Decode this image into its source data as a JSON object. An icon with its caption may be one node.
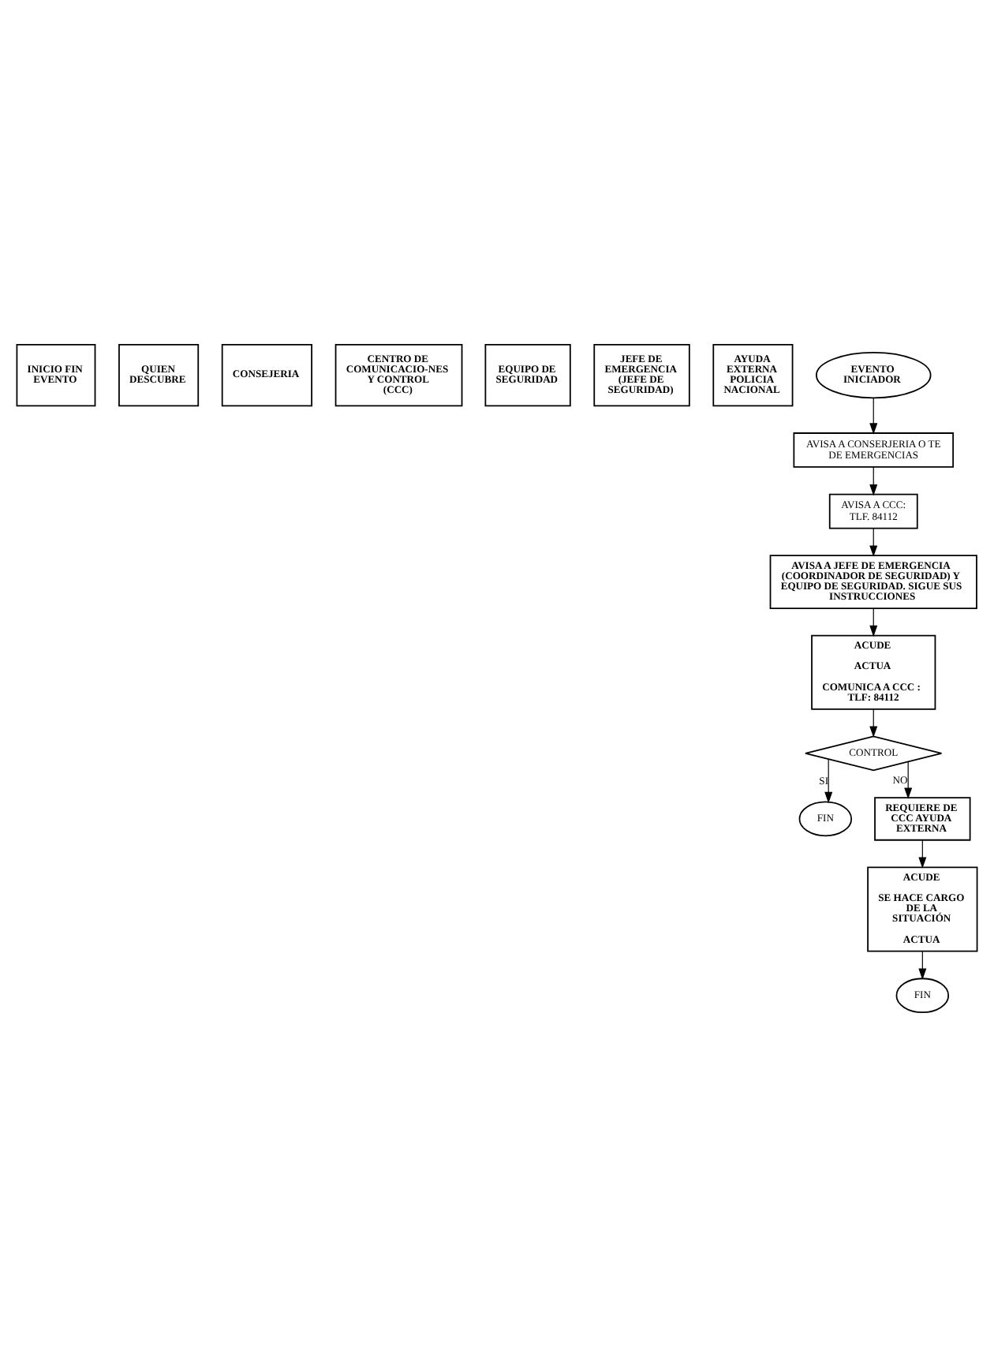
{
  "diagram": {
    "nodes": [
      {
        "text": [
          "INICIO FIN EVENTO"
        ]
      },
      {
        "text": [
          "QUIEN DESCUBRE"
        ]
      },
      {
        "text": [
          "CONSEJERIA"
        ]
      },
      {
        "text": [
          "CENTRO DE COMUNICACIO-NES Y CONTROL (CCC)"
        ]
      },
      {
        "text": [
          "EQUIPO DE SEGURIDAD"
        ]
      },
      {
        "text": [
          "JEFE DE EMERGENCIA (JEFE DE SEGURIDAD)"
        ]
      },
      {
        "text": [
          "AYUDA EXTERNA POLICIA NACIONAL"
        ]
      },
      {
        "text": [
          "EVENTO INICIADOR"
        ]
      },
      {
        "text": [
          "AVISA A CONSERJERIA O TE DE EMERGENCIAS"
        ]
      },
      {
        "text": [
          "AVISA A CCC: TLF. 84112"
        ]
      },
      {
        "text": [
          "AVISA A JEFE DE EMERGENCIA (COORDINADOR DE SEGURIDAD) Y EQUIPO DE SEGURIDAD. SIGUE SUS INSTRUCCIONES"
        ]
      },
      {
        "text": [
          "ACUDE",
          "ACTUA",
          "COMUNICA A CCC : TLF: 84112"
        ]
      },
      {
        "text": [
          "CONTROL"
        ]
      },
      {
        "text": [
          "FIN"
        ]
      },
      {
        "text": [
          "REQUIERE DE CCC AYUDA EXTERNA"
        ]
      },
      {
        "text": [
          "ACUDE",
          "SE HACE CARGO DE LA SITUACIÓN",
          "ACTUA"
        ]
      },
      {
        "text": [
          "FIN"
        ]
      }
    ],
    "edges": [
      {
        "from": 7,
        "to": 8,
        "arrow": "to"
      },
      {
        "from": 8,
        "to": 9,
        "arrow": "to"
      },
      {
        "from": 9,
        "to": 10,
        "arrow": "to"
      },
      {
        "from": 10,
        "to": 11,
        "arrow": "to"
      },
      {
        "from": 11,
        "to": 12,
        "arrow": "to"
      },
      {
        "from": 12,
        "to": 13,
        "arrow": "to",
        "label": "SI"
      },
      {
        "from": 12,
        "to": 14,
        "arrow": "to",
        "label": "NO"
      },
      {
        "from": 14,
        "to": 15,
        "arrow": "to"
      },
      {
        "from": 15,
        "to": 16,
        "arrow": "to"
      }
    ]
  }
}
